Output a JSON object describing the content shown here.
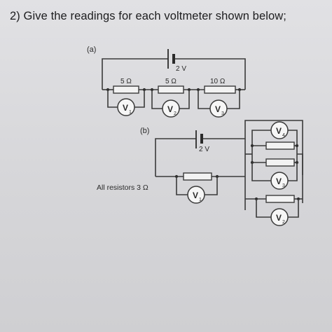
{
  "question": "2) Give the readings for each voltmeter shown below;",
  "circuit_a": {
    "label": "(a)",
    "battery_label": "2 V",
    "resistors": [
      "5 Ω",
      "5 Ω",
      "10 Ω"
    ],
    "voltmeters": [
      {
        "main": "V",
        "sub": "1"
      },
      {
        "main": "V",
        "sub": "2"
      },
      {
        "main": "V",
        "sub": "3"
      }
    ]
  },
  "circuit_b": {
    "label": "(b)",
    "battery_label": "2 V",
    "note": "All resistors 3 Ω",
    "voltmeters": [
      {
        "main": "V",
        "sub": "1"
      },
      {
        "main": "V",
        "sub": "2"
      },
      {
        "main": "V",
        "sub": "3"
      },
      {
        "main": "V",
        "sub": "4"
      }
    ]
  }
}
